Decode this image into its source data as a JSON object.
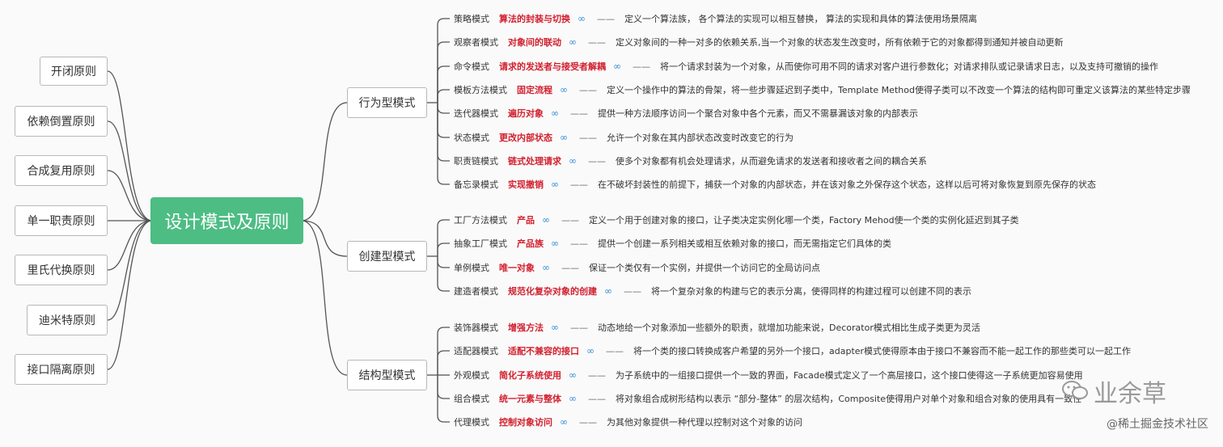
{
  "title": "设计模式及原则",
  "principles": [
    {
      "label": "开闭原则"
    },
    {
      "label": "依赖倒置原则"
    },
    {
      "label": "合成复用原则"
    },
    {
      "label": "单一职责原则"
    },
    {
      "label": "里氏代换原则"
    },
    {
      "label": "迪米特原则"
    },
    {
      "label": "接口隔离原则"
    }
  ],
  "link_glyph": "∞",
  "dash": "——",
  "groups": [
    {
      "label": "行为型模式",
      "items": [
        {
          "name": "策略模式",
          "key": "算法的封装与切换",
          "desc": "定义一个算法族， 各个算法的实现可以相互替换， 算法的实现和具体的算法使用场景隔离"
        },
        {
          "name": "观察者模式",
          "key": "对象间的联动",
          "desc": "定义对象间的一种一对多的依赖关系,当一个对象的状态发生改变时，所有依赖于它的对象都得到通知并被自动更新"
        },
        {
          "name": "命令模式",
          "key": "请求的发送者与接受者解耦",
          "desc": "将一个请求封装为一个对象，从而使你可用不同的请求对客户进行参数化；对请求排队或记录请求日志，以及支持可撤销的操作"
        },
        {
          "name": "模板方法模式",
          "key": "固定流程",
          "desc": "定义一个操作中的算法的骨架，将一些步骤延迟到子类中，Template Method使得子类可以不改变一个算法的结构即可重定义该算法的某些特定步骤"
        },
        {
          "name": "迭代器模式",
          "key": "遍历对象",
          "desc": "提供一种方法顺序访问一个聚合对象中各个元素，而又不需暴漏该对象的内部表示"
        },
        {
          "name": "状态模式",
          "key": "更改内部状态",
          "desc": "允许一个对象在其内部状态改变时改变它的行为"
        },
        {
          "name": "职责链模式",
          "key": "链式处理请求",
          "desc": "使多个对象都有机会处理请求，从而避免请求的发送者和接收者之间的耦合关系"
        },
        {
          "name": "备忘录模式",
          "key": "实现撤销",
          "desc": "在不破坏封装性的前提下，捕获一个对象的内部状态，并在该对象之外保存这个状态，这样以后可将对象恢复到原先保存的状态"
        }
      ]
    },
    {
      "label": "创建型模式",
      "items": [
        {
          "name": "工厂方法模式",
          "key": "产品",
          "desc": "定义一个用于创建对象的接口，让子类决定实例化哪一个类，Factory Mehod使一个类的实例化延迟到其子类"
        },
        {
          "name": "抽象工厂模式",
          "key": "产品族",
          "desc": "提供一个创建一系列相关或相互依赖对象的接口，而无需指定它们具体的类"
        },
        {
          "name": "单例模式",
          "key": "唯一对象",
          "desc": "保证一个类仅有一个实例，并提供一个访问它的全局访问点"
        },
        {
          "name": "建造者模式",
          "key": "规范化复杂对象的创建",
          "desc": "将一个复杂对象的构建与它的表示分离，使得同样的构建过程可以创建不同的表示"
        }
      ]
    },
    {
      "label": "结构型模式",
      "items": [
        {
          "name": "装饰器模式",
          "key": "增强方法",
          "desc": "动态地给一个对象添加一些额外的职责，就增加功能来说，Decorator模式相比生成子类更为灵活"
        },
        {
          "name": "适配器模式",
          "key": "适配不兼容的接口",
          "desc": "将一个类的接口转换成客户希望的另外一个接口，adapter模式使得原本由于接口不兼容而不能一起工作的那些类可以一起工作"
        },
        {
          "name": "外观模式",
          "key": "简化子系统使用",
          "desc": "为子系统中的一组接口提供一个一致的界面，Facade模式定义了一个高层接口，这个接口使得这一子系统更加容易使用"
        },
        {
          "name": "组合模式",
          "key": "统一元素与整体",
          "desc": "将对象组合成树形结构以表示 “部分-整体” 的层次结构，Composite使得用户对单个对象和组合对象的使用具有一致性"
        },
        {
          "name": "代理模式",
          "key": "控制对象访问",
          "desc": "为其他对象提供一种代理以控制对这个对象的访问"
        }
      ]
    }
  ],
  "watermark": "业余草",
  "site": "@稀土掘金技术社区"
}
